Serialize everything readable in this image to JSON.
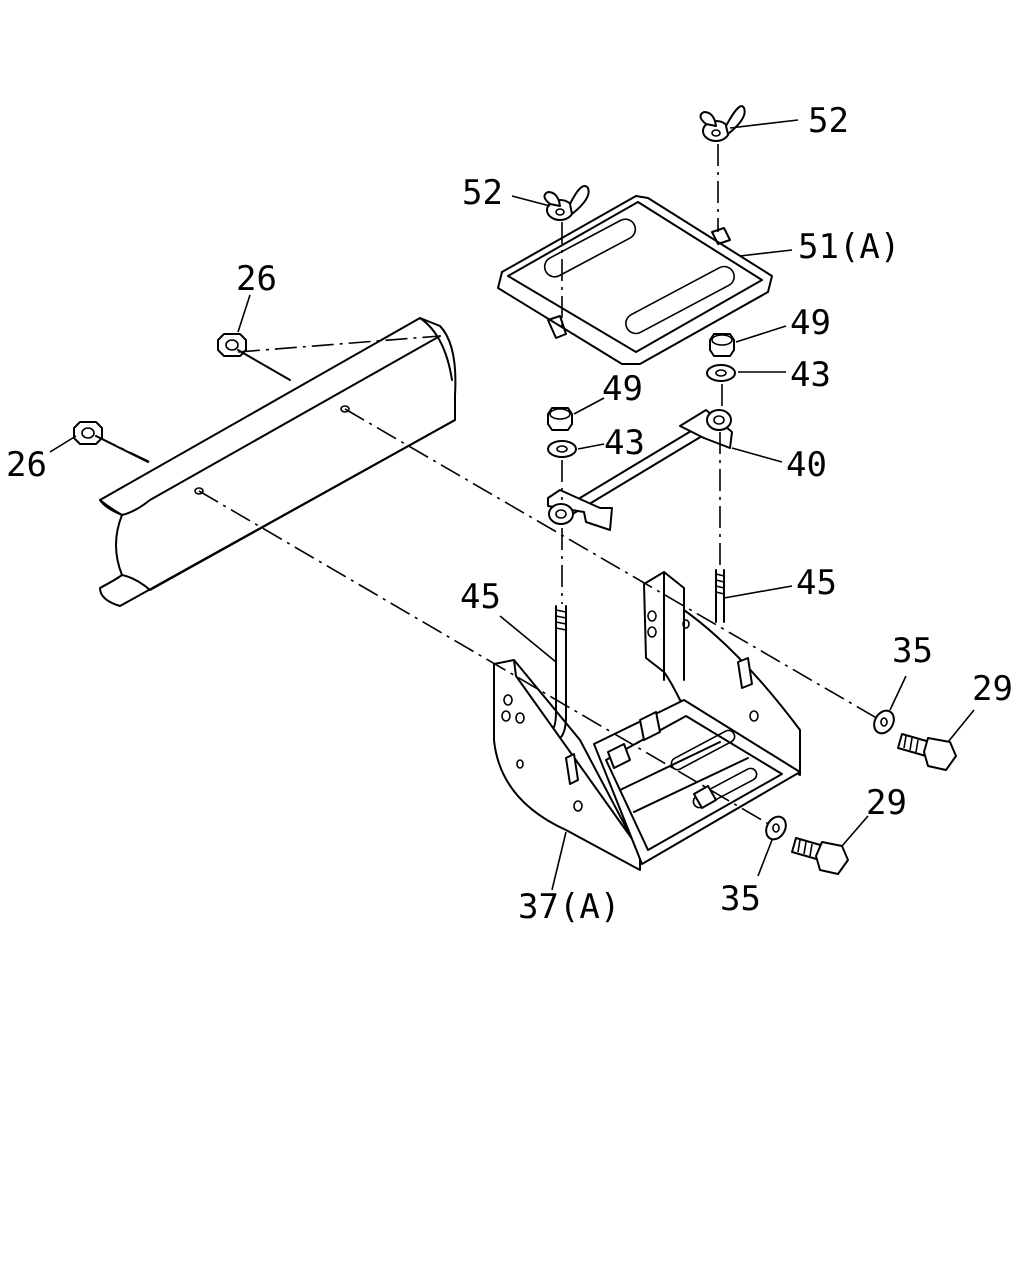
{
  "callouts": {
    "c52_right": "52",
    "c52_left": "52",
    "c51": "51(A)",
    "c26_top": "26",
    "c26_left": "26",
    "c49_right": "49",
    "c43_right": "43",
    "c49_mid": "49",
    "c43_mid": "43",
    "c40": "40",
    "c45_right": "45",
    "c45_left": "45",
    "c35_right": "35",
    "c29_right": "29",
    "c29_lower": "29",
    "c35_lower": "35",
    "c37": "37(A)"
  },
  "colors": {
    "line": "#000000",
    "background": "#ffffff"
  }
}
